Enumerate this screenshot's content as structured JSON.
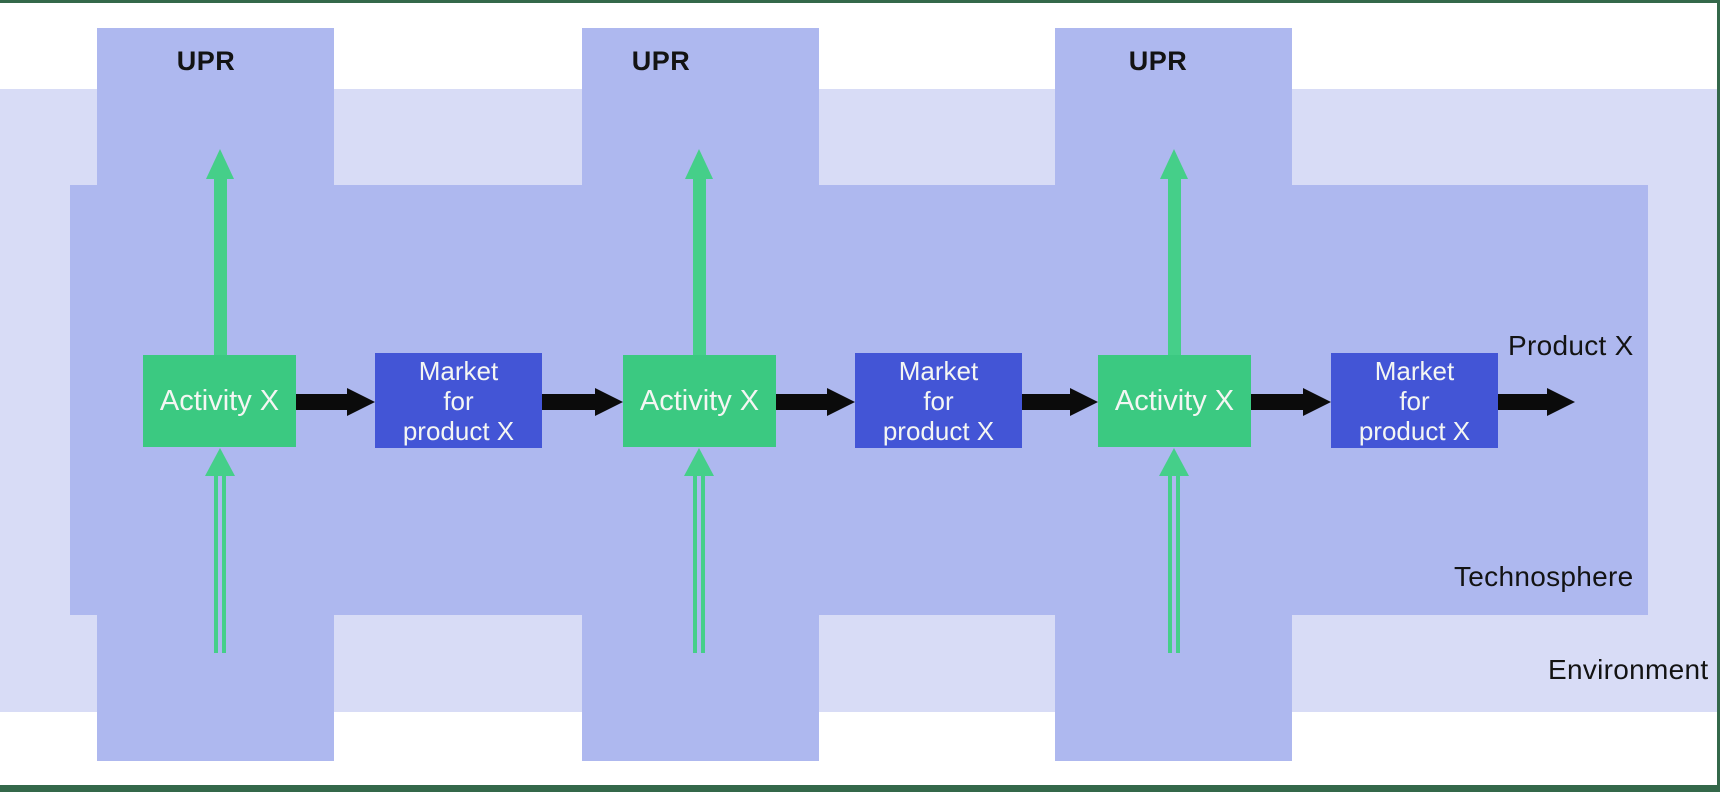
{
  "diagram": {
    "upr_label": "UPR",
    "activity_label": "Activity X",
    "market_label": "Market\nfor\nproduct X",
    "product_label": "Product X",
    "technosphere_label": "Technosphere",
    "environment_label": "Environment",
    "colors": {
      "activity_green": "#3bc981",
      "arrow_green": "#45cf89",
      "market_blue": "#4355d6",
      "column_purple": "#aeb8ef",
      "environment_purple": "#d8dcf6",
      "frame_green": "#34684a",
      "arrow_black": "#0b0b0b",
      "label_black": "#131313",
      "box_text_white": "#f4f6f3"
    }
  }
}
